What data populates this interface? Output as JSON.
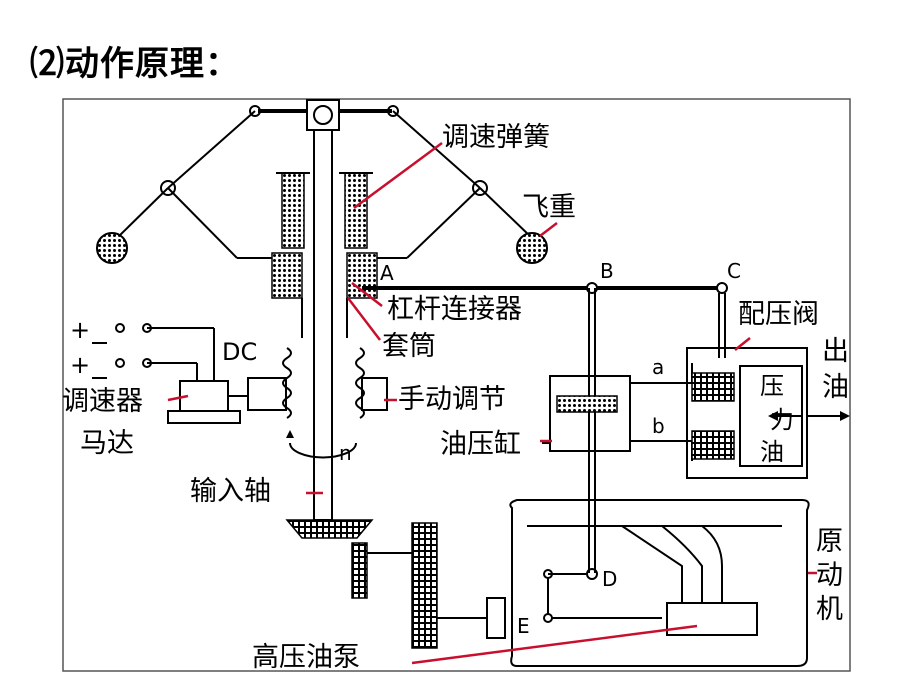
{
  "heading": "⑵动作原理：",
  "labels": {
    "spring": "调速弹簧",
    "flyweight": "飞重",
    "lever_connector": "杠杆连接器",
    "pilot_valve": "配压阀",
    "sleeve": "套筒",
    "dc": "DC",
    "governor_motor_l1": "调速器",
    "governor_motor_l2": "马达",
    "manual_adjust": "手动调节",
    "cylinder": "油压缸",
    "input_shaft": "输入轴",
    "prime_mover_1": "原",
    "prime_mover_2": "动",
    "prime_mover_3": "机",
    "hp_pump": "高压油泵",
    "outlet_1": "出",
    "outlet_2": "油",
    "pressure_oil_1": "压",
    "pressure_oil_2": "力",
    "pressure_oil_3": "油",
    "point_a": "A",
    "point_b": "B",
    "point_c": "C",
    "point_d": "D",
    "point_e": "E",
    "port_a": "a",
    "port_b": "b",
    "rotation_n": "n",
    "plus_1": "+",
    "plus_2": "+"
  },
  "colors": {
    "leader": "#c8102e",
    "line": "#000000",
    "frame": "#555555"
  }
}
